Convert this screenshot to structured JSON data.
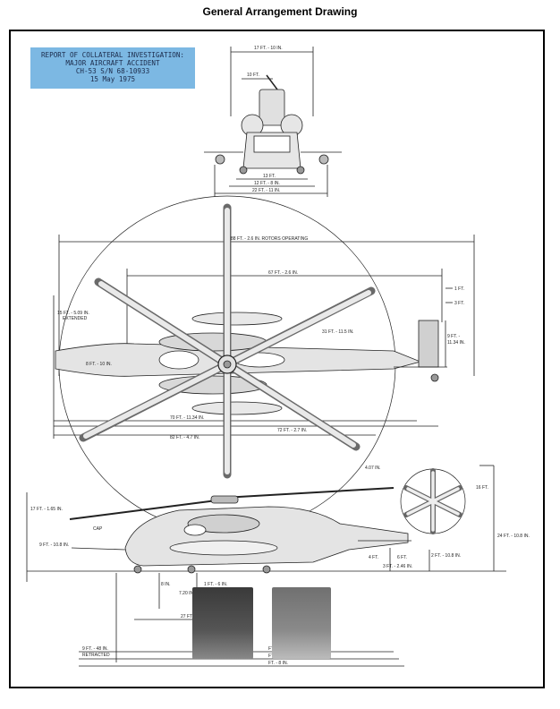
{
  "page": {
    "title": "General Arrangement Drawing"
  },
  "stamp": {
    "line1": "REPORT OF COLLATERAL INVESTIGATION:",
    "line2": "MAJOR AIRCRAFT ACCIDENT",
    "line3": "CH-53 S/N 68-10933",
    "line4": "15 May 1975"
  },
  "front_view": {
    "dim_top": "17 FT. - 10 IN.",
    "dim_mast": "10 FT.",
    "dim_b1": "13 FT.",
    "dim_b2": "12 FT. - 8 IN.",
    "dim_b3": "22 FT. - 11 IN."
  },
  "top_view": {
    "rotors_operating": "88 FT. - 2.6 IN. ROTORS OPERATING",
    "dim_67": "67 FT. - 2.6 IN.",
    "dim_1ft": "1 FT.",
    "dim_3ft": "3 FT.",
    "extended_dim": "15 FT. - 5.09 IN.",
    "extended_label": "EXTENDED",
    "dim_31": "31 FT. - 11.5 IN.",
    "dim_9ft_a": "9 FT. -",
    "dim_9ft_b": "11.34 IN.",
    "dim_8ft": "8 FT. - 10 IN.",
    "dim_70": "70 FT. - 11.34 IN.",
    "dim_72": "72 FT. - 2.7 IN.",
    "dim_82": "82 FT. - 4.7 IN."
  },
  "side_view": {
    "dim_17": "17 FT. - 1.65 IN.",
    "cap": "CAP",
    "dim_9ft": "9 FT. - 10.8 IN.",
    "dim_6ft": "6 FT.",
    "dim_4ft": "4 FT.",
    "dim_tailrotor": "16 FT.",
    "dim_24": "24 FT. - 10.8 IN.",
    "dim_2ft": "2 FT. - 10.8 IN.",
    "dim_3ft": "3 FT. - 2.46 IN.",
    "dim_4_07": "4.07 IN.",
    "dim_8in": "8 IN.",
    "dim_1ft6": "1 FT. - 6 IN.",
    "dim_720": "7.20 IN.",
    "dim_27": "27 FT.",
    "retracted_dim": "9 FT. - 48 IN.",
    "retracted_label": "RETRACTED",
    "dim_bottom1": "FT. - IN.",
    "dim_bottom2": "FT. - 4 IN.",
    "dim_bottom3": "FT. - 8 IN."
  }
}
